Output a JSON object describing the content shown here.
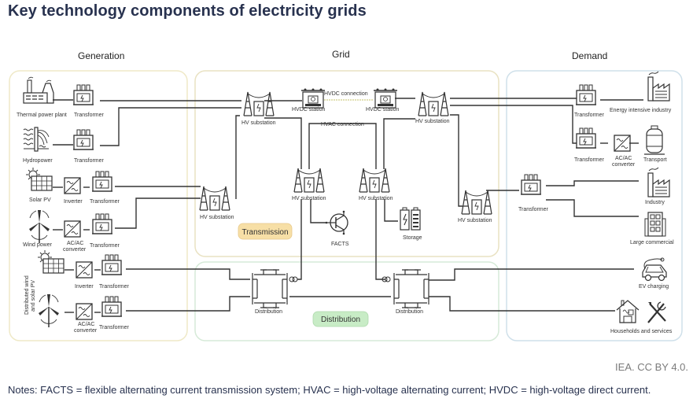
{
  "title": "Key technology components of electricity grids",
  "sections": {
    "generation": "Generation",
    "grid": "Grid",
    "demand": "Demand"
  },
  "colors": {
    "generation_border": "#efe9c7",
    "grid_border": "#e9e2c2",
    "demand_border": "#cfe0ea",
    "distribution_border": "#d6ead8",
    "transmission_badge": "#f7dfa6",
    "distribution_badge": "#c8ecc6",
    "hvdc_line": "#d9d59a",
    "title": "#28324f"
  },
  "generation": {
    "thermal": "Thermal power plant",
    "hydro": "Hydropower",
    "solar": "Solar PV",
    "wind": "Wind power",
    "distributed": "Distributed wind and solar PV",
    "distributed_line1": "Distributed wind",
    "distributed_line2": "and solar PV",
    "transformer": "Transformer",
    "inverter": "Inverter",
    "acac1": "AC/AC",
    "acac2": "converter"
  },
  "grid": {
    "hv_substation": "HV substation",
    "hvdc_station": "HVDC station",
    "hvdc_connection": "HVDC connection",
    "hvac_connection": "HVAC connection",
    "facts": "FACTS",
    "storage": "Storage",
    "transmission": "Transmission",
    "distribution_node": "Distribution",
    "distribution_badge": "Distribution"
  },
  "demand": {
    "transformer": "Transformer",
    "energy_industry": "Energy intensive industry",
    "acac1": "AC/AC",
    "acac2": "converter",
    "transport": "Transport",
    "industry": "Industry",
    "large_commercial": "Large commercial",
    "ev_charging": "EV charging",
    "households": "Households and services"
  },
  "credit": "IEA. CC BY 4.0.",
  "notes": "Notes: FACTS = flexible alternating current transmission system; HVAC = high-voltage alternating current; HVDC = high-voltage direct current."
}
